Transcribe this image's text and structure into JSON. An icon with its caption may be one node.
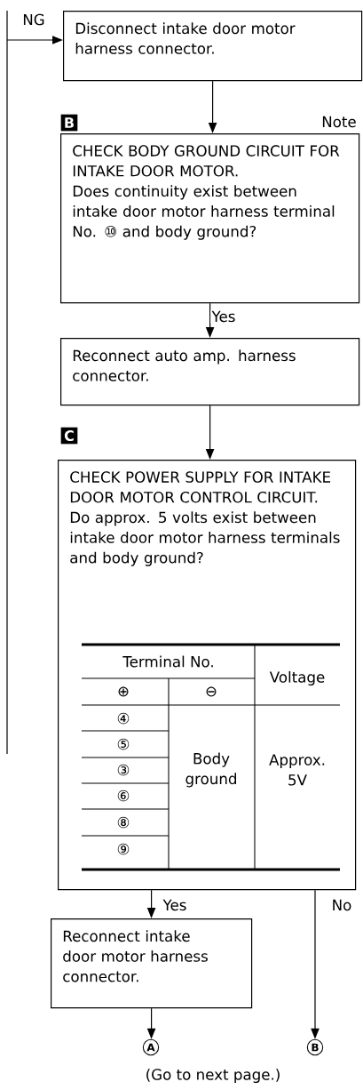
{
  "diagram": {
    "nodes": [
      {
        "text": [
          "Disconnect intake door motor harness connector."
        ]
      },
      {
        "text": [
          "CHECK BODY GROUND CIRCUIT FOR INTAKE DOOR MOTOR.",
          "Does continuity exist between intake door motor harness terminal No. ⑩ and body ground?"
        ],
        "beside": [
          "B",
          "Note"
        ]
      },
      {
        "text": [
          "Reconnect auto amp. harness connector."
        ]
      },
      {
        "text": [
          "CHECK POWER SUPPLY FOR INTAKE DOOR MOTOR CONTROL CIRCUIT.",
          "Do approx. 5 volts exist between intake door motor harness terminals and body ground?"
        ],
        "beside": [
          "C"
        ]
      },
      {
        "text": [
          "Reconnect intake door motor harness connector."
        ]
      },
      {
        "text": [
          "A"
        ]
      },
      {
        "text": [
          "B"
        ]
      }
    ],
    "edges": [
      {
        "from": null,
        "to": 0,
        "arrow": "to",
        "label": "NG"
      },
      {
        "from": 0,
        "to": 1,
        "arrow": "to"
      },
      {
        "from": 1,
        "to": 2,
        "arrow": "to",
        "label": "Yes"
      },
      {
        "from": 2,
        "to": 3,
        "arrow": "to"
      },
      {
        "from": 3,
        "to": 4,
        "arrow": "to",
        "label": "Yes"
      },
      {
        "from": 4,
        "to": 5,
        "arrow": "to"
      },
      {
        "from": 3,
        "to": 6,
        "arrow": "to",
        "label": "No"
      }
    ],
    "labels": [
      "Terminal No.",
      "Voltage",
      "⊕",
      "⊖",
      "④",
      "⑤",
      "③",
      "⑥",
      "⑧",
      "⑨",
      "Body ground",
      "Approx. 5V",
      "(Go to next page.)"
    ]
  }
}
